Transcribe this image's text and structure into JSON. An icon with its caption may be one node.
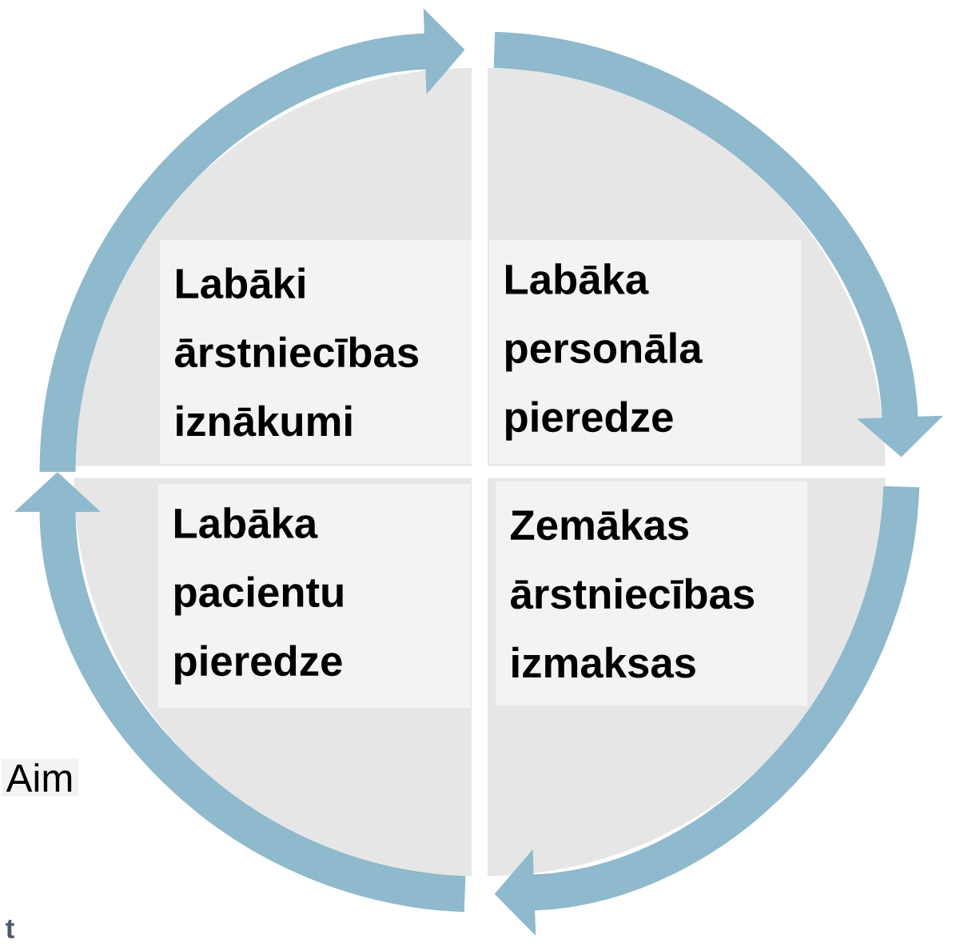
{
  "diagram": {
    "nodes": [
      {
        "text": [
          "Labāki ārstniecības iznākumi"
        ]
      },
      {
        "text": [
          "Labāka personāla pieredze"
        ]
      },
      {
        "text": [
          "Labāka pacientu pieredze"
        ]
      },
      {
        "text": [
          "Zemākas ārstniecības izmaksas"
        ]
      }
    ],
    "labels": [
      "Aim",
      "t"
    ]
  }
}
